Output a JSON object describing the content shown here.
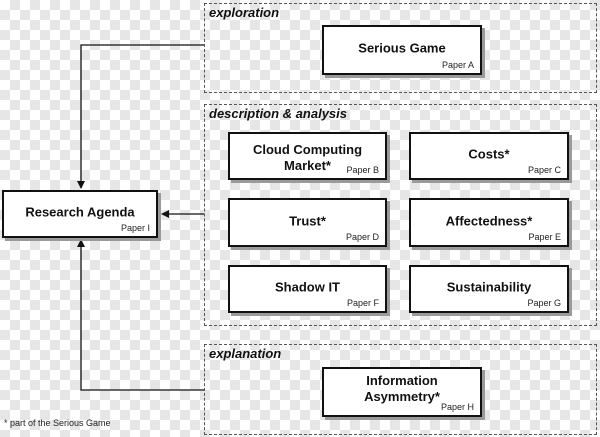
{
  "groups": {
    "exploration": "exploration",
    "description": "description & analysis",
    "explanation": "explanation"
  },
  "boxes": {
    "research_agenda": {
      "title": "Research Agenda",
      "paper": "Paper I"
    },
    "serious_game": {
      "title": "Serious Game",
      "paper": "Paper A"
    },
    "cloud_computing": {
      "title": "Cloud Computing Market*",
      "paper": "Paper B"
    },
    "costs": {
      "title": "Costs*",
      "paper": "Paper C"
    },
    "trust": {
      "title": "Trust*",
      "paper": "Paper D"
    },
    "affectedness": {
      "title": "Affectedness*",
      "paper": "Paper E"
    },
    "shadow_it": {
      "title": "Shadow IT",
      "paper": "Paper F"
    },
    "sustainability": {
      "title": "Sustainability",
      "paper": "Paper G"
    },
    "information_asymmetry": {
      "title": "Information Asymmetry*",
      "paper": "Paper H"
    }
  },
  "footnote": "* part of the Serious Game"
}
